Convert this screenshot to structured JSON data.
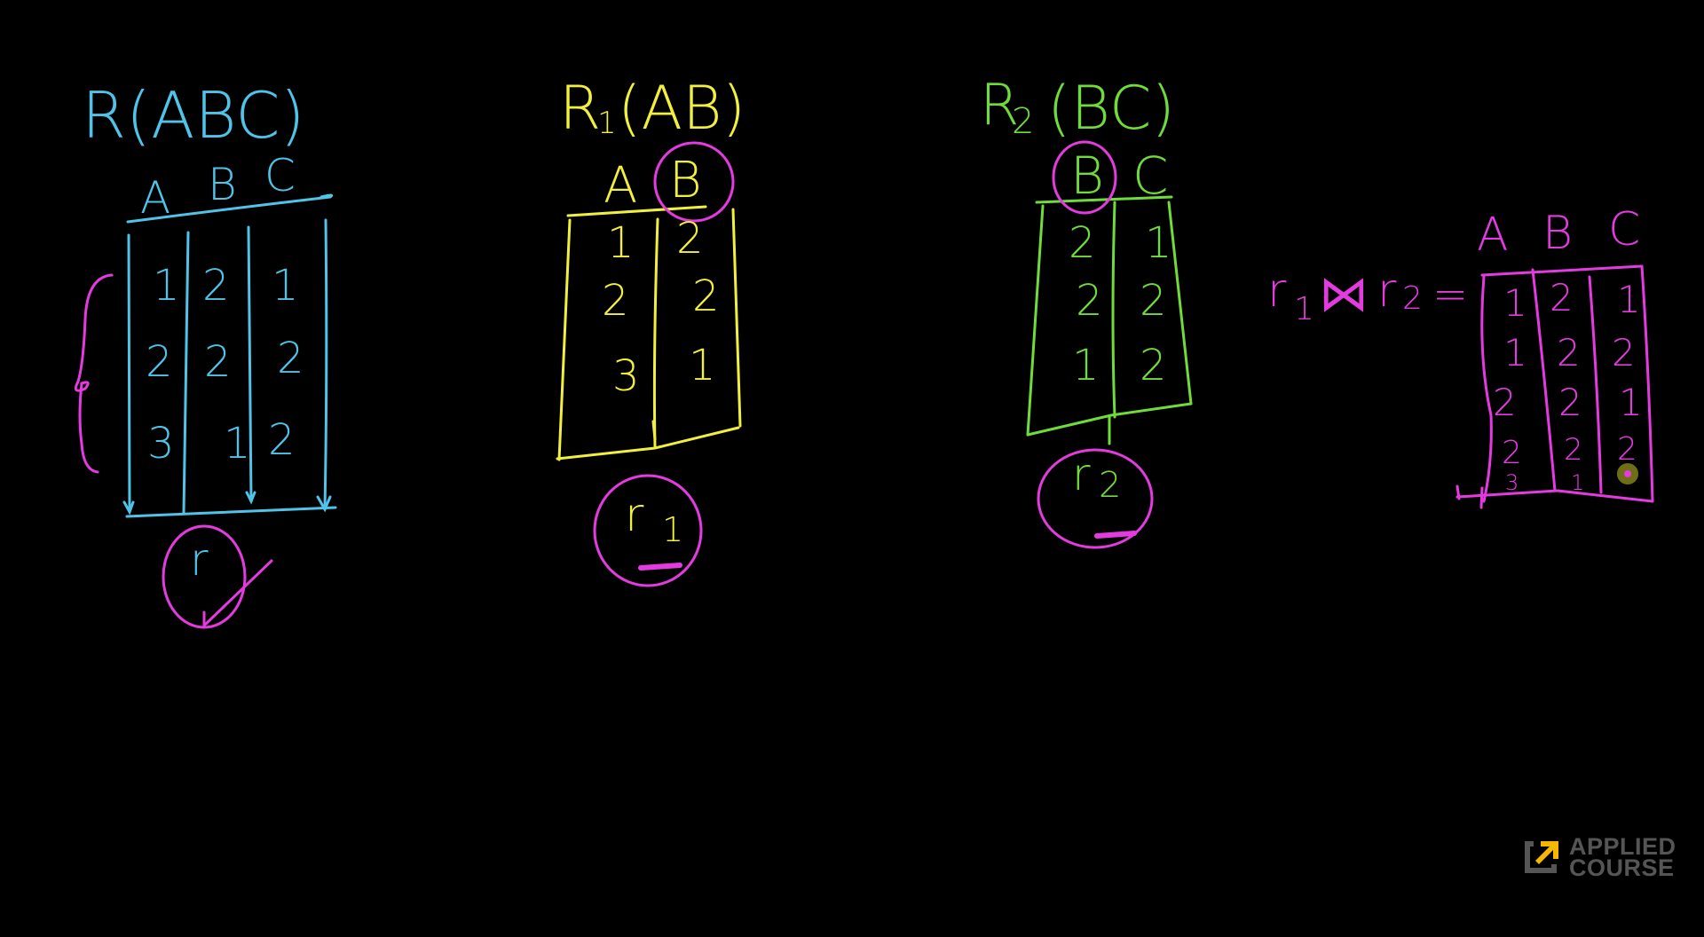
{
  "colors": {
    "background": "#000000",
    "relation_r": "#4fc3e8",
    "relation_r1": "#f2f03a",
    "relation_r2": "#6fdc3a",
    "annotation": "#e43be0",
    "logo_gray": "#555555",
    "logo_accent": "#f5b800"
  },
  "relation_r": {
    "title": "R(ABC)",
    "headers": [
      "A",
      "B",
      "C"
    ],
    "rows": [
      [
        "1",
        "2",
        "1"
      ],
      [
        "2",
        "2",
        "2"
      ],
      [
        "3",
        "1",
        "2"
      ]
    ],
    "instance_label": "r",
    "mark": "check-mark"
  },
  "relation_r1": {
    "title_main": "R",
    "title_sub": "1",
    "title_attrs": "(AB)",
    "headers": [
      "A",
      "B"
    ],
    "circled_header": "B",
    "rows": [
      [
        "1",
        "2"
      ],
      [
        "2",
        "2"
      ],
      [
        "3",
        "1"
      ]
    ],
    "instance_label": "r",
    "instance_sub": "1"
  },
  "relation_r2": {
    "title_main": "R",
    "title_sub": "2",
    "title_attrs": "(BC)",
    "headers": [
      "B",
      "C"
    ],
    "circled_header": "B",
    "rows": [
      [
        "2",
        "1"
      ],
      [
        "2",
        "2"
      ],
      [
        "1",
        "2"
      ]
    ],
    "instance_label": "r",
    "instance_sub": "2"
  },
  "join_result": {
    "expression_left": "r",
    "expression_left_sub": "1",
    "join_symbol": "⋈",
    "expression_right": "r",
    "expression_right_sub": "2",
    "equals": "=",
    "headers": [
      "A",
      "B",
      "C"
    ],
    "rows": [
      [
        "1",
        "2",
        "1"
      ],
      [
        "1",
        "2",
        "2"
      ],
      [
        "2",
        "2",
        "1"
      ],
      [
        "2",
        "2",
        "2"
      ],
      [
        "3",
        "1",
        ""
      ]
    ]
  },
  "logo": {
    "line1": "APPLIED",
    "line2": "COURSE"
  }
}
